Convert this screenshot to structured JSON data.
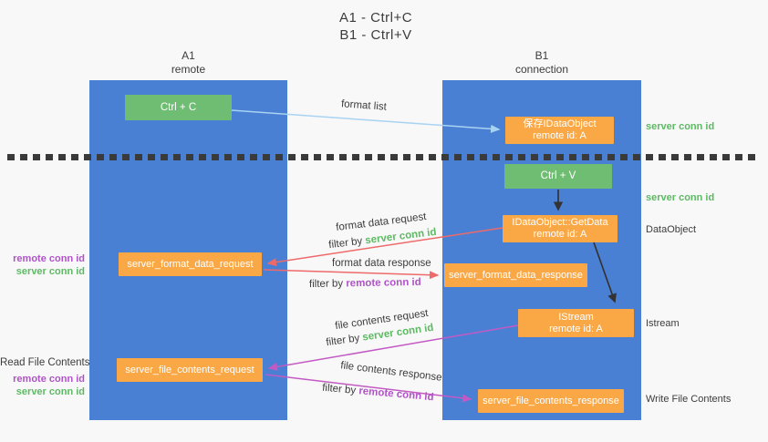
{
  "title": {
    "line1": "A1 - Ctrl+C",
    "line2": "B1 - Ctrl+V"
  },
  "columns": {
    "a": {
      "id": "A1",
      "role": "remote"
    },
    "b": {
      "id": "B1",
      "role": "connection"
    }
  },
  "nodes": {
    "ctrl_c": "Ctrl + C",
    "ctrl_v": "Ctrl + V",
    "save_dataobject": {
      "line1": "保存IDataObject",
      "line2": "remote id: A"
    },
    "getdata": {
      "line1": "IDataObject::GetData",
      "line2": "remote id: A"
    },
    "istream": {
      "line1": "IStream",
      "line2": "remote id: A"
    },
    "format_request": "server_format_data_request",
    "format_response": "server_format_data_response",
    "file_request": "server_file_contents_request",
    "file_response": "server_file_contents_response"
  },
  "arrow_labels": {
    "format_list": "format list",
    "format_data_request": "format data request",
    "format_data_response": "format data response",
    "file_contents_request": "file contents request",
    "file_contents_response": "file contents response",
    "filter_by": "filter by",
    "server_conn_id": "server conn id",
    "remote_conn_id": "remote conn id"
  },
  "side_labels": {
    "left": {
      "remote_conn_id": "remote conn id",
      "server_conn_id": "server conn id",
      "read_file_contents": "Read File Contents"
    },
    "right": {
      "server_conn_id": "server conn id",
      "dataobject": "DataObject",
      "istream": "Istream",
      "write_file_contents": "Write File Contents"
    }
  },
  "colors": {
    "lifeline_blue": "#4a80d4",
    "box_green": "#6ebd72",
    "box_orange": "#f9a845",
    "green_text": "#5cba62",
    "purple_text": "#b153c8",
    "arrow_red": "#ee6a6a",
    "arrow_magenta": "#c35ac3",
    "arrow_lightblue": "#a8d3f2"
  }
}
